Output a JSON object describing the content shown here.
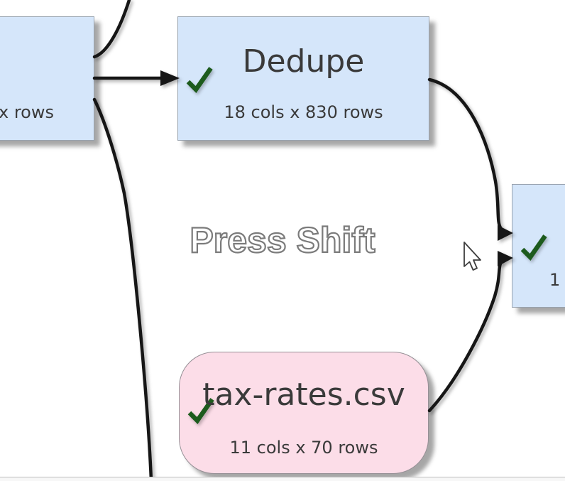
{
  "canvas": {
    "watermark_text": "Press Shift"
  },
  "nodes": {
    "left_partial": {
      "subtitle": "x rows"
    },
    "dedupe": {
      "title": "Dedupe",
      "subtitle": "18 cols x 830 rows",
      "status": "ok-checkmark"
    },
    "tax_rates": {
      "title": "tax-rates.csv",
      "subtitle": "11 cols x 70 rows",
      "status": "ok-checkmark"
    },
    "right_partial": {
      "subtitle": "1",
      "status": "ok-checkmark"
    }
  },
  "colors": {
    "transform_node_fill": "#d5e6fa",
    "input_node_fill": "#fcdde8",
    "node_border": "#98a2ae",
    "check_green": "#1d5b1d",
    "link": "#161616",
    "node_text": "#3a3a3a",
    "watermark_outline": "#7b7b7b"
  }
}
